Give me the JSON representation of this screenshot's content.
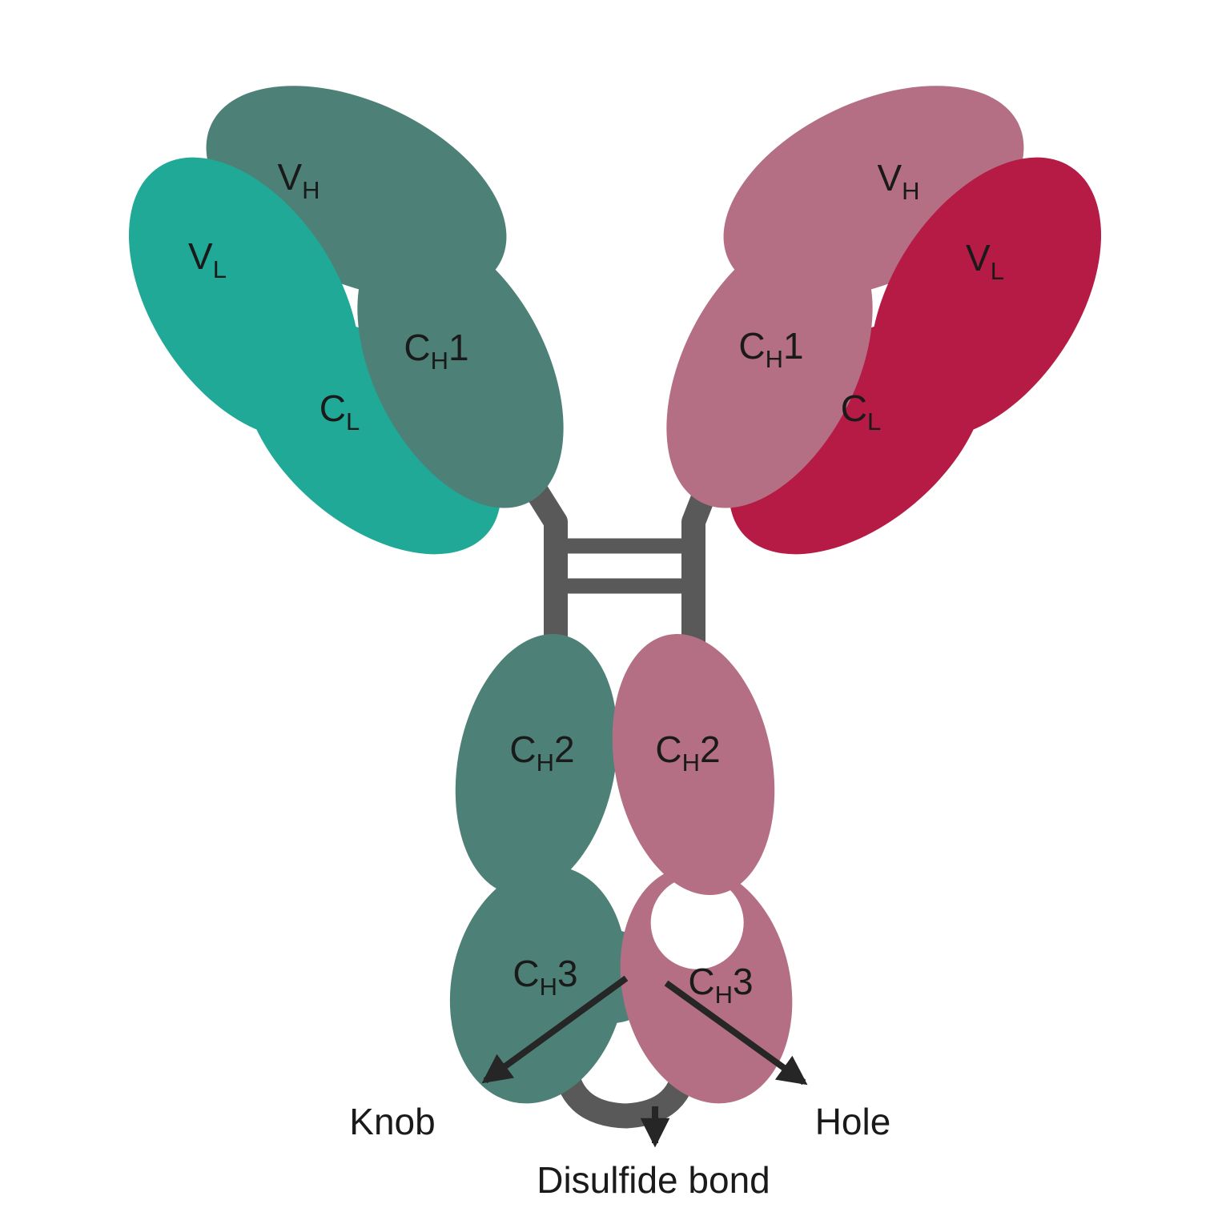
{
  "labels": {
    "vh": {
      "main": "V",
      "sub": "H",
      "suffix": ""
    },
    "vl": {
      "main": "V",
      "sub": "L",
      "suffix": ""
    },
    "cl": {
      "main": "C",
      "sub": "L",
      "suffix": ""
    },
    "ch1": {
      "main": "C",
      "sub": "H",
      "suffix": "1"
    },
    "ch2": {
      "main": "C",
      "sub": "H",
      "suffix": "2"
    },
    "ch3": {
      "main": "C",
      "sub": "H",
      "suffix": "3"
    }
  },
  "annotations": {
    "knob": "Knob",
    "hole": "Hole",
    "disulfide_bond": "Disulfide bond"
  },
  "colors": {
    "teal_light": "#1FA996",
    "teal_dark": "#4D8177",
    "rose": "#B56F85",
    "crimson": "#B51B44",
    "linker_gray": "#595959",
    "arrow_black": "#262626",
    "label_black": "#1A1A1A"
  }
}
